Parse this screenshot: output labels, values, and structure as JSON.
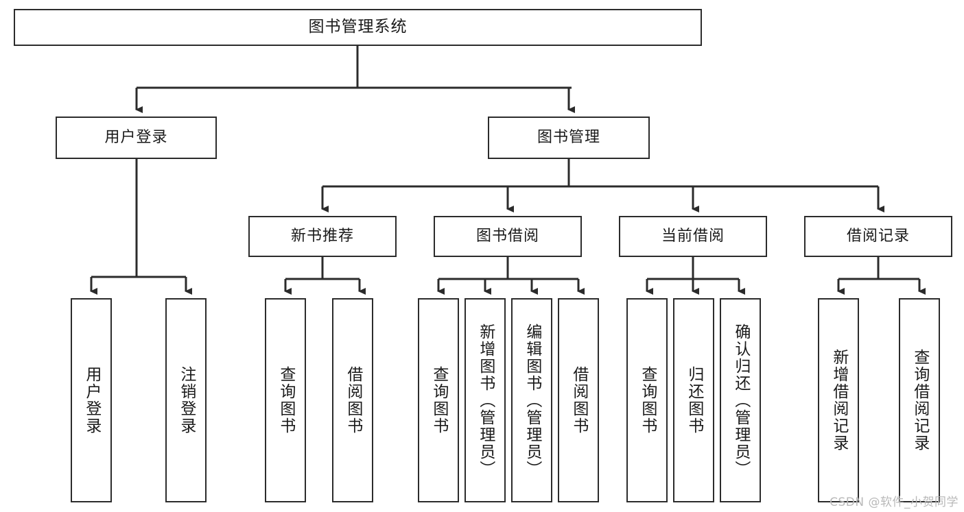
{
  "diagram": {
    "title": "图书管理系统",
    "watermark": "CSDN @软件_小贺同学",
    "accent_border": "#2b2b2b",
    "background": "#ffffff",
    "levels": {
      "root": {
        "label": "图书管理系统"
      },
      "level2": [
        {
          "label": "用户登录"
        },
        {
          "label": "图书管理"
        }
      ],
      "level3": [
        {
          "label": "新书推荐"
        },
        {
          "label": "图书借阅"
        },
        {
          "label": "当前借阅"
        },
        {
          "label": "借阅记录"
        }
      ],
      "leaves": {
        "user_login": [
          {
            "label": "用户登录"
          },
          {
            "label": "注销登录"
          }
        ],
        "new_book": [
          {
            "label": "查询图书"
          },
          {
            "label": "借阅图书"
          }
        ],
        "book_borrow": [
          {
            "label": "查询图书"
          },
          {
            "label": "新增图书（管理员）"
          },
          {
            "label": "编辑图书（管理员）"
          },
          {
            "label": "借阅图书"
          }
        ],
        "current_borrow": [
          {
            "label": "查询图书"
          },
          {
            "label": "归还图书"
          },
          {
            "label": "确认归还（管理员）"
          }
        ],
        "borrow_record": [
          {
            "label": "新增借阅记录"
          },
          {
            "label": "查询借阅记录"
          }
        ]
      }
    }
  }
}
